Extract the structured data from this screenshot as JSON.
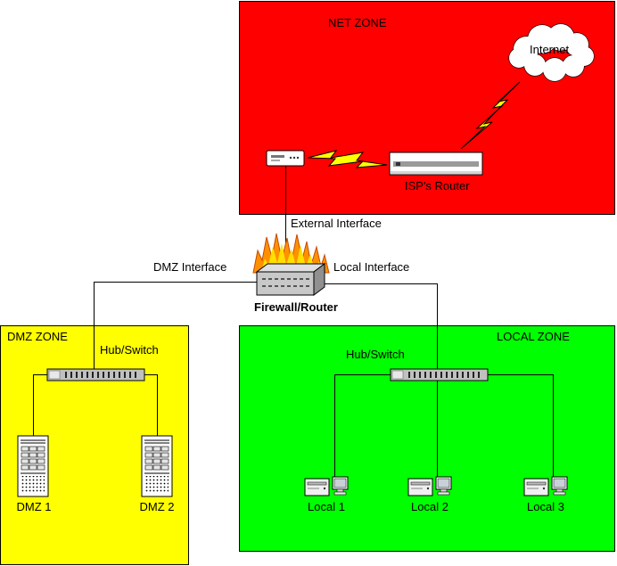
{
  "zones": {
    "net": {
      "label": "NET ZONE",
      "color": "#ff0000"
    },
    "dmz": {
      "label": "DMZ ZONE",
      "color": "#ffff00"
    },
    "local": {
      "label": "LOCAL ZONE",
      "color": "#00ff00"
    }
  },
  "nodes": {
    "internet": {
      "label": "Internet"
    },
    "isp_router": {
      "label": "ISP's Router"
    },
    "firewall": {
      "label": "Firewall/Router"
    }
  },
  "interfaces": {
    "external": "External Interface",
    "dmz": "DMZ Interface",
    "local": "Local Interface"
  },
  "hubs": {
    "dmz": "Hub/Switch",
    "local": "Hub/Switch"
  },
  "hosts": {
    "dmz1": "DMZ 1",
    "dmz2": "DMZ 2",
    "local1": "Local 1",
    "local2": "Local 2",
    "local3": "Local 3"
  },
  "colors": {
    "lightning": "#ffff00",
    "flame_outer": "#ff9100",
    "flame_inner": "#ffe000"
  }
}
